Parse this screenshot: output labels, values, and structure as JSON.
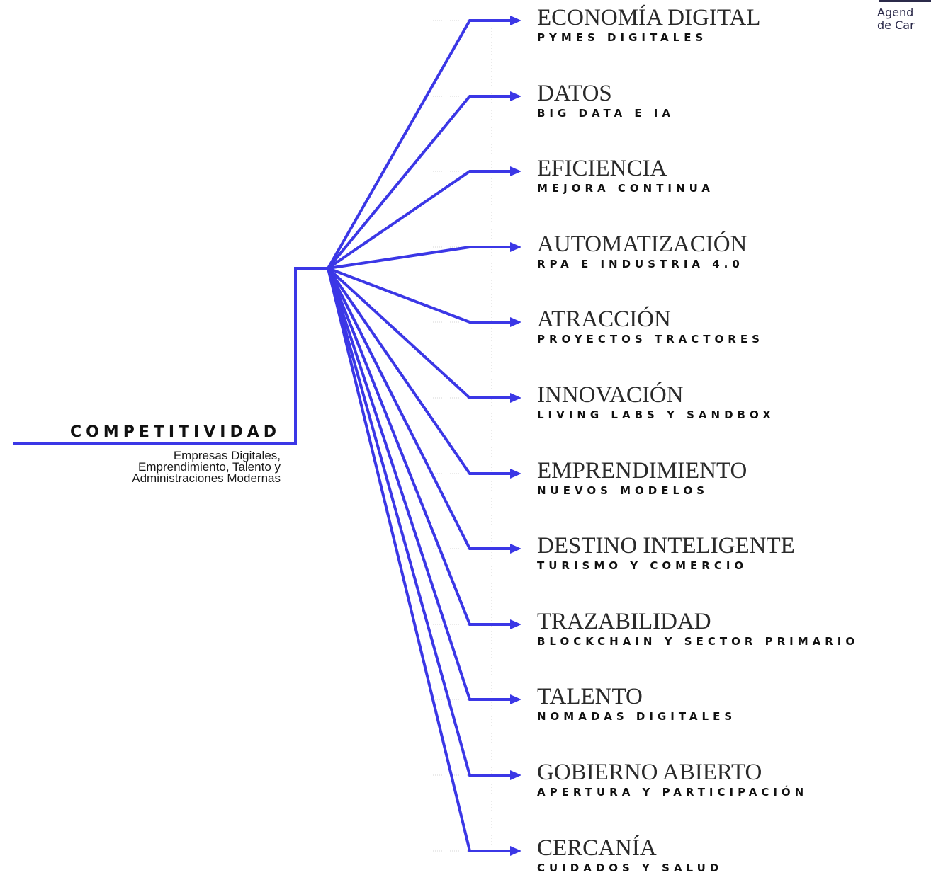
{
  "root": {
    "title": "COMPETITIVIDAD",
    "subtitle_lines": [
      "Empresas Digitales,",
      "Emprendimiento, Talento y",
      "Administraciones Modernas"
    ]
  },
  "branches": [
    {
      "title": "ECONOMÍA DIGITAL",
      "subtitle": "PYMES DIGITALES"
    },
    {
      "title": "DATOS",
      "subtitle": "BIG DATA E IA"
    },
    {
      "title": "EFICIENCIA",
      "subtitle": "MEJORA CONTINUA"
    },
    {
      "title": "AUTOMATIZACIÓN",
      "subtitle": "RPA E INDUSTRIA 4.0"
    },
    {
      "title": "ATRACCIÓN",
      "subtitle": "PROYECTOS TRACTORES"
    },
    {
      "title": "INNOVACIÓN",
      "subtitle": "LIVING LABS Y SANDBOX"
    },
    {
      "title": "EMPRENDIMIENTO",
      "subtitle": "NUEVOS MODELOS"
    },
    {
      "title": "DESTINO INTELIGENTE",
      "subtitle": "TURISMO Y COMERCIO"
    },
    {
      "title": "TRAZABILIDAD",
      "subtitle": "BLOCKCHAIN Y SECTOR PRIMARIO"
    },
    {
      "title": "TALENTO",
      "subtitle": "NOMADAS DIGITALES"
    },
    {
      "title": "GOBIERNO ABIERTO",
      "subtitle": "APERTURA Y PARTICIPACIÓN"
    },
    {
      "title": "CERCANÍA",
      "subtitle": "CUIDADOS Y SALUD"
    }
  ],
  "logo": {
    "line1": "Agend",
    "line2": "de Car"
  },
  "colors": {
    "connector": "#3b37e6",
    "dotted_guide": "#d6d6d6",
    "text": "#111111"
  }
}
